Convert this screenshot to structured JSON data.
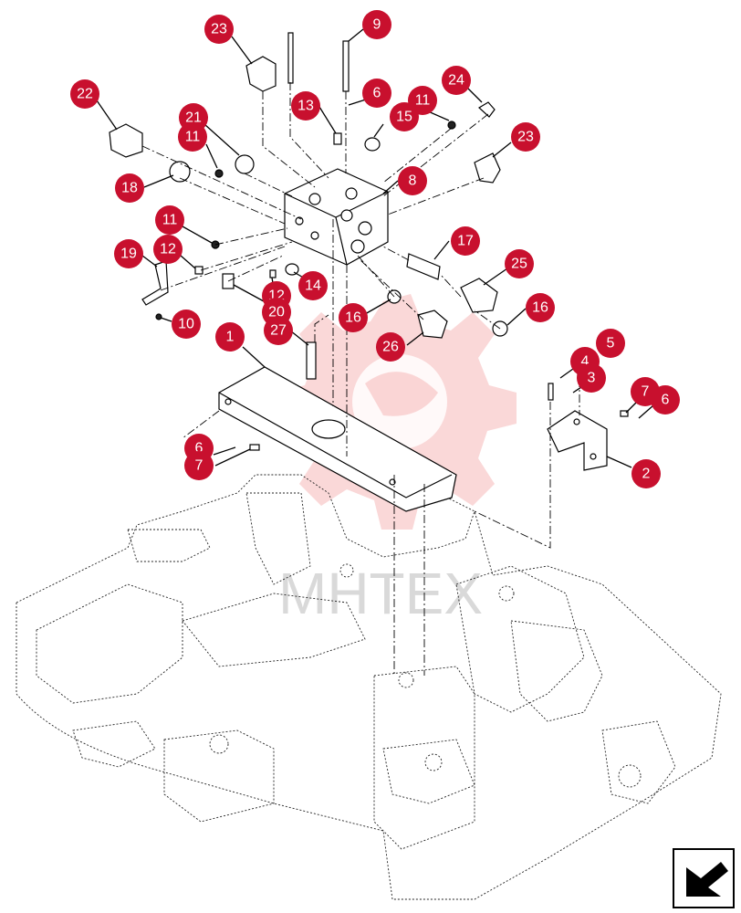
{
  "watermark": {
    "text": "МНТЕХ",
    "color": "#f5b8b8"
  },
  "callout_color": "#c8102e",
  "callouts": [
    {
      "id": "c23a",
      "label": "23"
    },
    {
      "id": "c9",
      "label": "9"
    },
    {
      "id": "c22",
      "label": "22"
    },
    {
      "id": "c13",
      "label": "13"
    },
    {
      "id": "c6a",
      "label": "6"
    },
    {
      "id": "c11a",
      "label": "11"
    },
    {
      "id": "c24",
      "label": "24"
    },
    {
      "id": "c21",
      "label": "21"
    },
    {
      "id": "c15",
      "label": "15"
    },
    {
      "id": "c11b",
      "label": "11"
    },
    {
      "id": "c23b",
      "label": "23"
    },
    {
      "id": "c8",
      "label": "8"
    },
    {
      "id": "c18",
      "label": "18"
    },
    {
      "id": "c11c",
      "label": "11"
    },
    {
      "id": "c17",
      "label": "17"
    },
    {
      "id": "c19",
      "label": "19"
    },
    {
      "id": "c12a",
      "label": "12"
    },
    {
      "id": "c25",
      "label": "25"
    },
    {
      "id": "c14",
      "label": "14"
    },
    {
      "id": "c12b",
      "label": "12"
    },
    {
      "id": "c20",
      "label": "20"
    },
    {
      "id": "c16a",
      "label": "16"
    },
    {
      "id": "c16b",
      "label": "16"
    },
    {
      "id": "c10",
      "label": "10"
    },
    {
      "id": "c27",
      "label": "27"
    },
    {
      "id": "c1",
      "label": "1"
    },
    {
      "id": "c26",
      "label": "26"
    },
    {
      "id": "c5",
      "label": "5"
    },
    {
      "id": "c4",
      "label": "4"
    },
    {
      "id": "c3",
      "label": "3"
    },
    {
      "id": "c7a",
      "label": "7"
    },
    {
      "id": "c6b",
      "label": "6"
    },
    {
      "id": "c6c",
      "label": "6"
    },
    {
      "id": "c7b",
      "label": "7"
    },
    {
      "id": "c2",
      "label": "2"
    }
  ],
  "nav_icon": "arrow-left-icon"
}
